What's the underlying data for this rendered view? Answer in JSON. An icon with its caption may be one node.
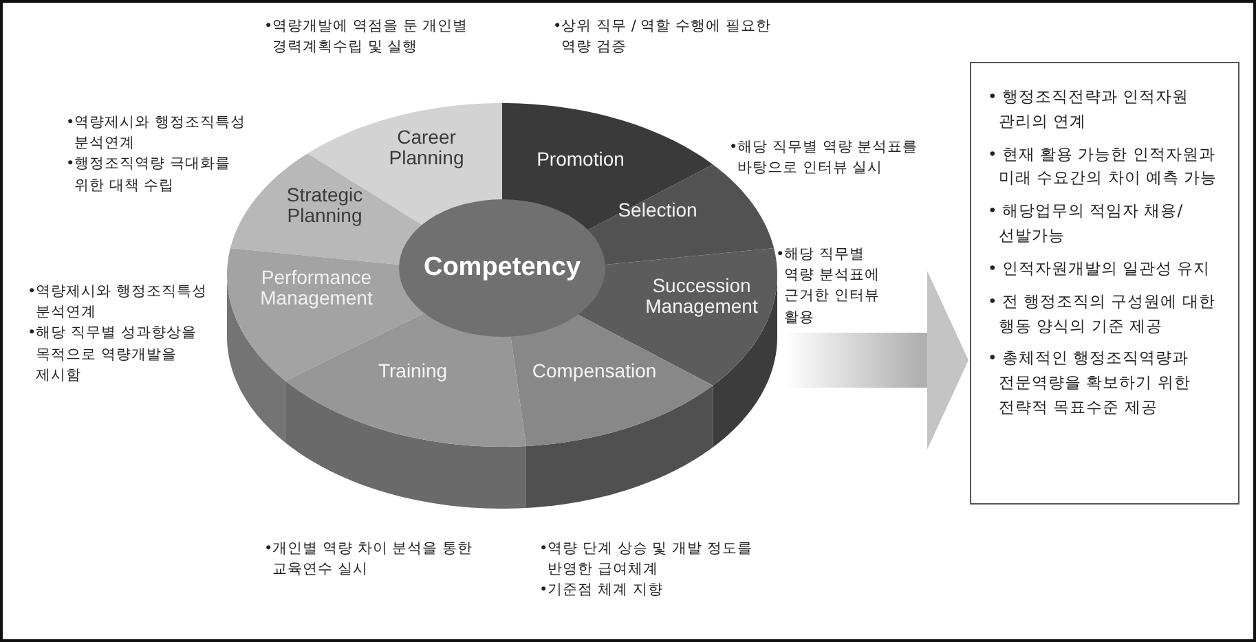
{
  "diagram": {
    "nodes": [
      {
        "text": [],
        "shape": "cylinder"
      },
      {
        "text": [
          "Career Planning"
        ],
        "in": 0
      },
      {
        "text": [
          "Promotion"
        ],
        "in": 0
      },
      {
        "text": [
          "Strategic Planning"
        ],
        "in": 0,
        "beside": [
          "•역량제시와 행정조직특성 분석연계",
          "•행정조직역량 극대화를 위한 대책 수립"
        ]
      },
      {
        "text": [
          "Selection"
        ],
        "in": 0,
        "beside": [
          "•해당 직무별 역량 분석표를 바탕으로 인터뷰 실시"
        ]
      },
      {
        "text": [
          "Competency"
        ],
        "in": 0
      },
      {
        "text": [
          "Performance Management"
        ],
        "in": 0,
        "beside": [
          "•역량제시와 행정조직특성 분석연계",
          "•해당 직무별 성과향상을 목적으로 역량개발을 제시함"
        ]
      },
      {
        "text": [
          "Succession Management"
        ],
        "in": 0,
        "beside": [
          "•해당 직무별 역량 분석표에 근거한 인터뷰 활용"
        ]
      },
      {
        "text": [
          "Training"
        ],
        "in": 0
      },
      {
        "text": [
          "Compensation"
        ],
        "in": 0,
        "beside": [
          "•역량 단계 상승 및 개발 정도를 반영한 급여체계",
          "•기준점 체계 지향"
        ]
      },
      {
        "text": [
          "• 행정조직전략과 인적자원 관리의 연계",
          "• 현재 활용 가능한 인적자원과 미래 수요간의 차이 예측 가능",
          "• 해당업무의 적임자 채용/선발가능",
          "• 인적자원개발의 일관성 유지",
          "• 전 행정조직의 구성원에 대한 행동 양식의 기준 제공",
          "• 총체적인 행정조직역량과 전문역량을 확보하기 위한 전략적 목표수준 제공"
        ]
      }
    ],
    "edges": [
      {
        "from": 0,
        "to": 10,
        "arrow": "to",
        "style": "thick"
      }
    ],
    "labels": [
      "•역량개발에 역점을 둔 개인별 경력계획수립 및 실행",
      "•상위 직무 / 역할 수행에 필요한 역량 검증",
      "•개인별 역량 차이 분석을 통한 교육연수 실시"
    ]
  }
}
